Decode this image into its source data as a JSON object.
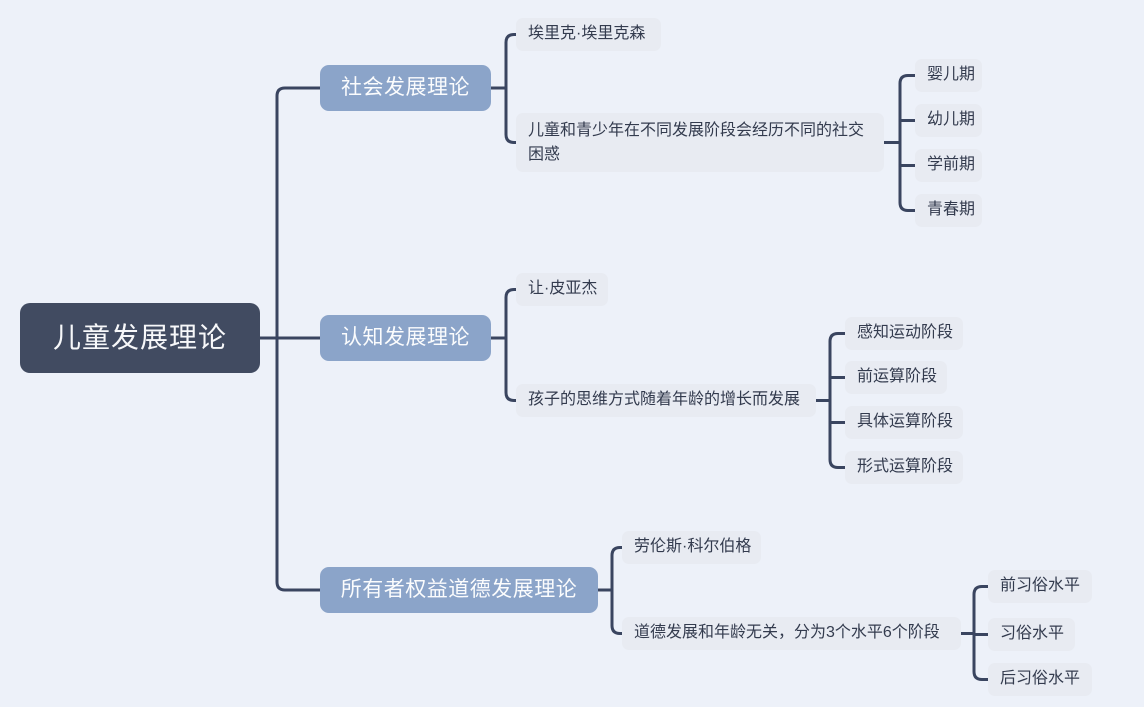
{
  "colors": {
    "background": "#edf1f9",
    "root_bg": "#414b61",
    "root_text": "#f7f8fa",
    "branch_bg": "#8ba4c9",
    "branch_text": "#fbfcfd",
    "child_bg": "#e8ebf2",
    "child_text": "#333b4e",
    "connector": "#3a4560"
  },
  "mindmap": {
    "root": {
      "label": "儿童发展理论"
    },
    "branches": [
      {
        "label": "社会发展理论",
        "children": [
          {
            "label": "埃里克·埃里克森",
            "children": []
          },
          {
            "label": "儿童和青少年在不同发展阶段会经历不同的社交困惑",
            "children": [
              {
                "label": "婴儿期"
              },
              {
                "label": "幼儿期"
              },
              {
                "label": "学前期"
              },
              {
                "label": "青春期"
              }
            ]
          }
        ]
      },
      {
        "label": "认知发展理论",
        "children": [
          {
            "label": "让·皮亚杰",
            "children": []
          },
          {
            "label": "孩子的思维方式随着年龄的增长而发展",
            "children": [
              {
                "label": "感知运动阶段"
              },
              {
                "label": "前运算阶段"
              },
              {
                "label": "具体运算阶段"
              },
              {
                "label": "形式运算阶段"
              }
            ]
          }
        ]
      },
      {
        "label": "所有者权益道德发展理论",
        "children": [
          {
            "label": "劳伦斯·科尔伯格",
            "children": []
          },
          {
            "label": "道德发展和年龄无关，分为3个水平6个阶段",
            "children": [
              {
                "label": "前习俗水平"
              },
              {
                "label": "习俗水平"
              },
              {
                "label": "后习俗水平"
              }
            ]
          }
        ]
      }
    ]
  }
}
